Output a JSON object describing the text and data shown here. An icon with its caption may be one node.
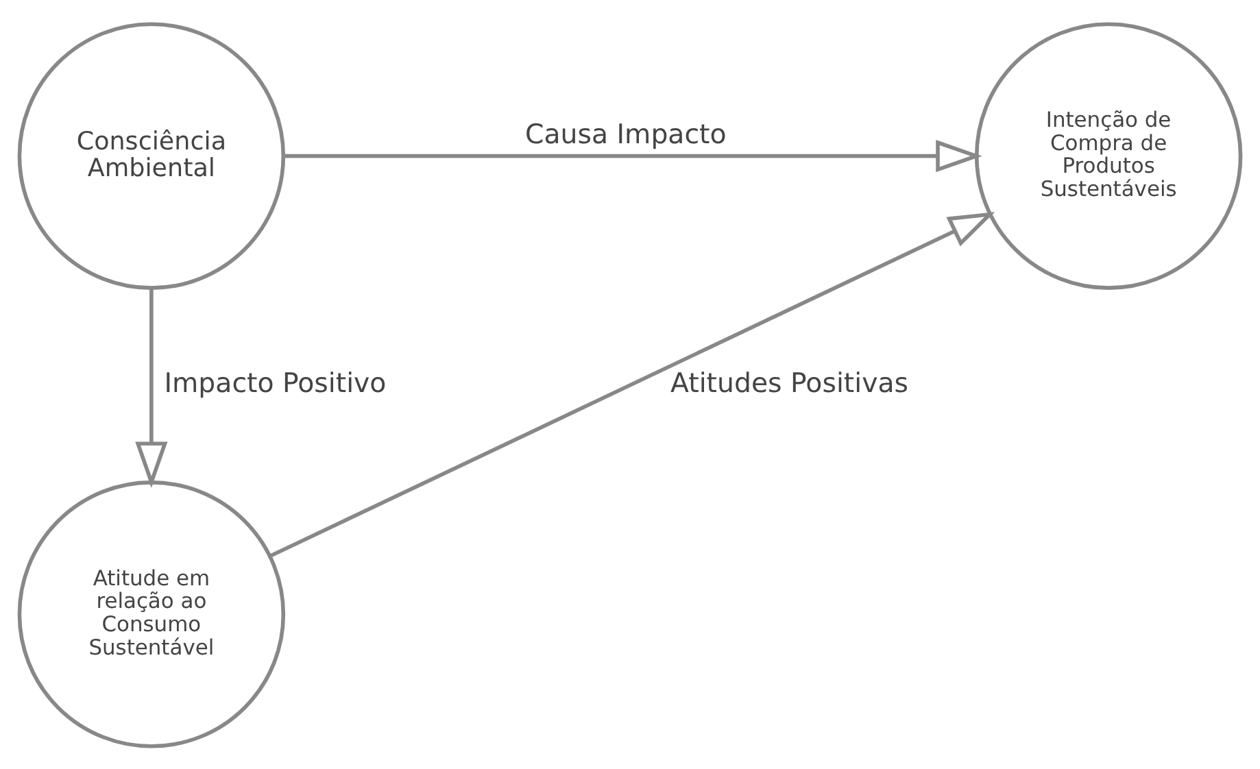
{
  "diagram": {
    "nodes": [
      {
        "text": [
          "Consciência Ambiental"
        ]
      },
      {
        "text": [
          "Intenção de Compra de Produtos Sustentáveis"
        ]
      },
      {
        "text": [
          "Atitude em relação ao Consumo Sustentável"
        ]
      }
    ],
    "edges": [
      {
        "from": 0,
        "to": 1,
        "arrow": "to",
        "label": "Causa Impacto"
      },
      {
        "from": 0,
        "to": 2,
        "arrow": "to",
        "label": "Impacto Positivo"
      },
      {
        "from": 2,
        "to": 1,
        "arrow": "to",
        "label": "Atitudes Positivas"
      }
    ]
  }
}
